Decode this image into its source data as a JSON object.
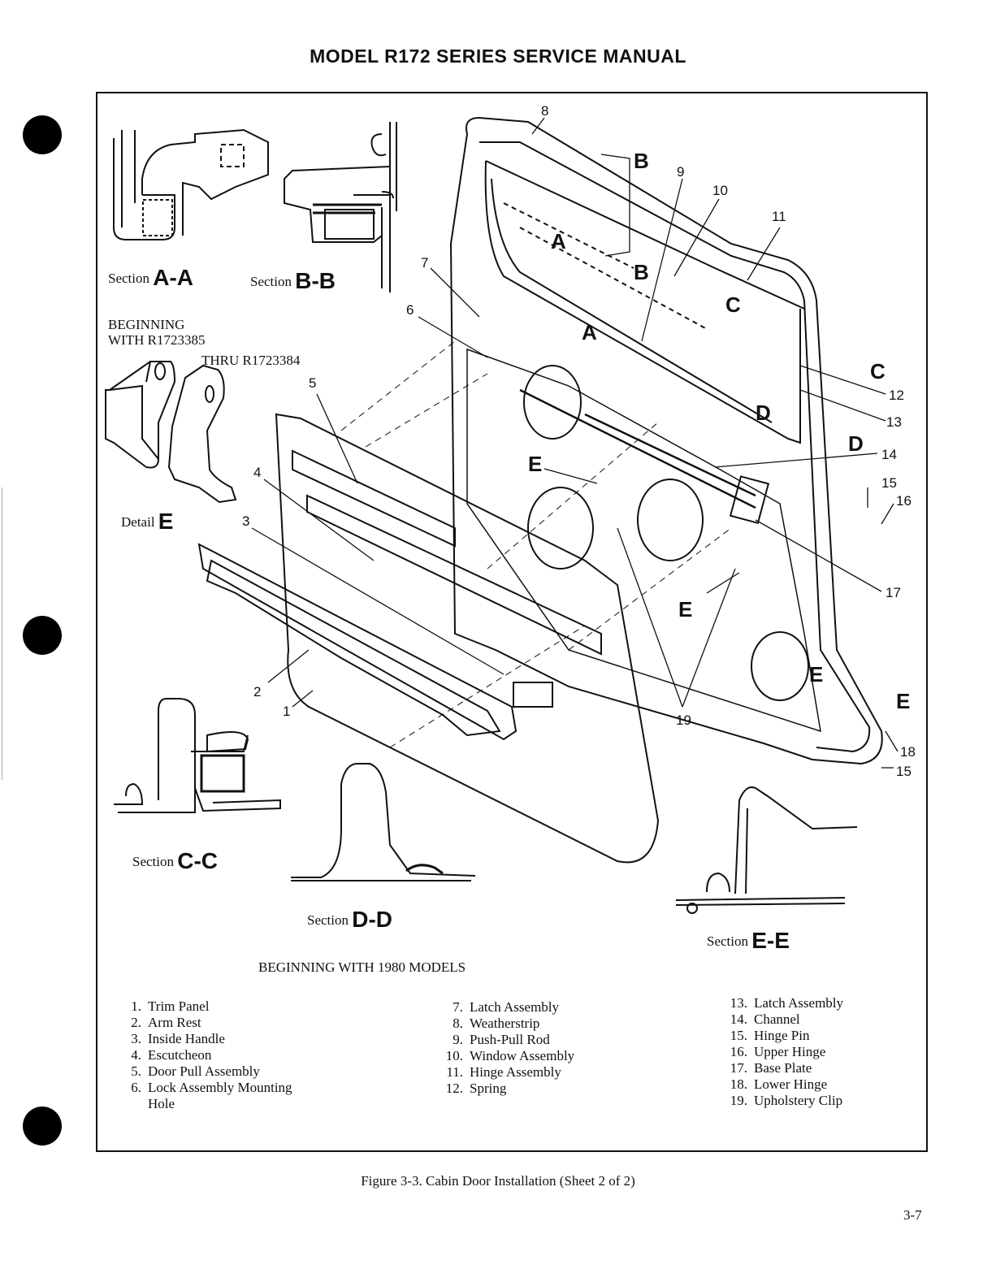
{
  "header": {
    "title": "MODEL R172 SERIES SERVICE MANUAL"
  },
  "sections": {
    "aa": {
      "prefix": "Section",
      "letters": "A-A"
    },
    "bb": {
      "prefix": "Section",
      "letters": "B-B"
    },
    "cc": {
      "prefix": "Section",
      "letters": "C-C"
    },
    "dd": {
      "prefix": "Section",
      "letters": "D-D"
    },
    "ee": {
      "prefix": "Section",
      "letters": "E-E"
    }
  },
  "detail_e": {
    "prefix": "Detail",
    "letter": "E"
  },
  "notes": {
    "beginning_line1": "BEGINNING",
    "beginning_line2": "WITH R1723385",
    "thru": "THRU R1723384",
    "models_1980": "BEGINNING WITH 1980 MODELS"
  },
  "callouts": [
    "1",
    "2",
    "3",
    "4",
    "5",
    "6",
    "7",
    "8",
    "9",
    "10",
    "11",
    "12",
    "13",
    "14",
    "15",
    "16",
    "17",
    "18",
    "19",
    "15"
  ],
  "view_letters": [
    "A",
    "A",
    "B",
    "B",
    "C",
    "C",
    "D",
    "D",
    "E",
    "E",
    "E",
    "E"
  ],
  "legend": {
    "col1": [
      {
        "num": "1.",
        "text": "Trim Panel"
      },
      {
        "num": "2.",
        "text": "Arm Rest"
      },
      {
        "num": "3.",
        "text": "Inside Handle"
      },
      {
        "num": "4.",
        "text": "Escutcheon"
      },
      {
        "num": "5.",
        "text": "Door Pull Assembly"
      },
      {
        "num": "6.",
        "text": "Lock Assembly Mounting"
      },
      {
        "num": "",
        "text": "Hole"
      }
    ],
    "col2": [
      {
        "num": "7.",
        "text": "Latch Assembly"
      },
      {
        "num": "8.",
        "text": "Weatherstrip"
      },
      {
        "num": "9.",
        "text": "Push-Pull Rod"
      },
      {
        "num": "10.",
        "text": "Window Assembly"
      },
      {
        "num": "11.",
        "text": "Hinge Assembly"
      },
      {
        "num": "12.",
        "text": "Spring"
      }
    ],
    "col3": [
      {
        "num": "13.",
        "text": "Latch Assembly"
      },
      {
        "num": "14.",
        "text": "Channel"
      },
      {
        "num": "15.",
        "text": "Hinge Pin"
      },
      {
        "num": "16.",
        "text": "Upper Hinge"
      },
      {
        "num": "17.",
        "text": "Base Plate"
      },
      {
        "num": "18.",
        "text": "Lower Hinge"
      },
      {
        "num": "19.",
        "text": "Upholstery Clip"
      }
    ]
  },
  "caption": "Figure 3-3.  Cabin Door Installation  (Sheet 2 of 2)",
  "page_number": "3-7"
}
